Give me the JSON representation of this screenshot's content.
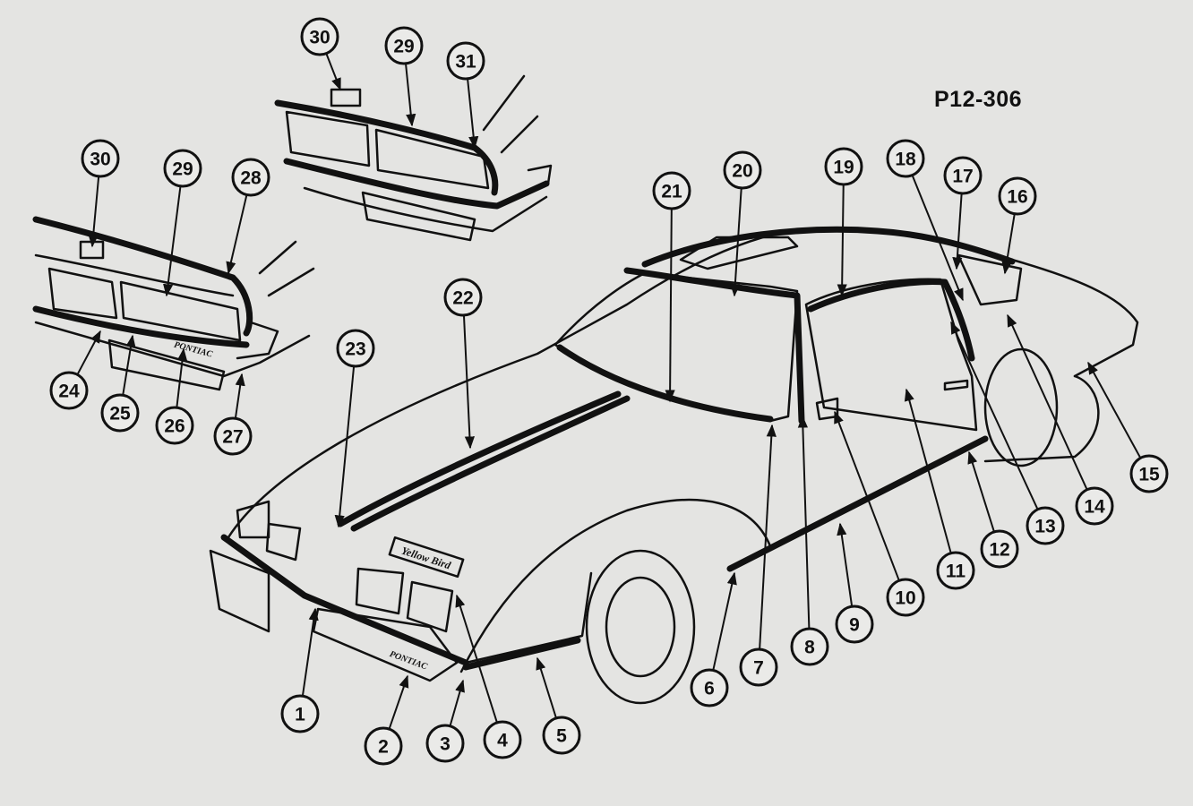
{
  "figure_id": "P12-306",
  "badges": {
    "front_bumper_script": "PONTIAC",
    "rear_bumper_script": "PONTIAC",
    "hood_nameplate": "Yellow Bird"
  },
  "callouts": [
    "1",
    "2",
    "3",
    "4",
    "5",
    "6",
    "7",
    "8",
    "9",
    "10",
    "11",
    "12",
    "13",
    "14",
    "15",
    "16",
    "17",
    "18",
    "19",
    "20",
    "21",
    "22",
    "23",
    "24",
    "25",
    "26",
    "27",
    "28",
    "29",
    "30",
    "29",
    "30",
    "31"
  ]
}
